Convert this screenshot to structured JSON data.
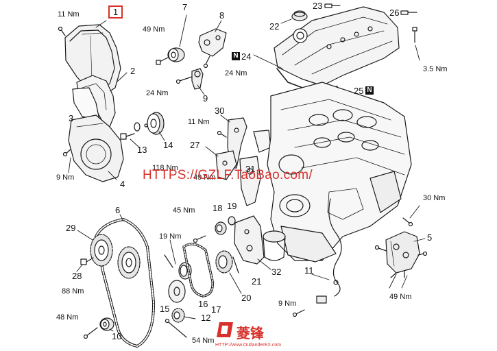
{
  "watermark": "HTTPS://GZLF.TaoBao.com/",
  "logo": {
    "text": "菱锋",
    "url": "HTTP://www.OutlanderEX.com"
  },
  "part_numbers": {
    "p1": "1",
    "p2": "2",
    "p3": "3",
    "p4": "4",
    "p5": "5",
    "p6": "6",
    "p7": "7",
    "p8": "8",
    "p9": "9",
    "p10": "10",
    "p11": "11",
    "p12": "12",
    "p13": "13",
    "p14": "14",
    "p15": "15",
    "p16": "16",
    "p17": "17",
    "p18": "18",
    "p19": "19",
    "p20": "20",
    "p21": "21",
    "p22": "22",
    "p23": "23",
    "p24": "24",
    "p25": "25",
    "p26": "26",
    "p27": "27",
    "p28": "28",
    "p29": "29",
    "p30": "30",
    "p31": "31",
    "p32": "32"
  },
  "torques": {
    "t1": "11 Nm",
    "t2": "49 Nm",
    "t3": "24 Nm",
    "t4": "24 Nm",
    "t5": "3.5 Nm",
    "t6": "11 Nm",
    "t7": "9 Nm",
    "t8": "118 Nm",
    "t9": "49 Nm",
    "t10": "30 Nm",
    "t11": "45 Nm",
    "t12": "19 Nm",
    "t13": "88 Nm",
    "t14": "48 Nm",
    "t15": "54 Nm",
    "t16": "9 Nm",
    "t17": "49 Nm"
  },
  "markers": {
    "n1": "N",
    "n2": "N"
  }
}
